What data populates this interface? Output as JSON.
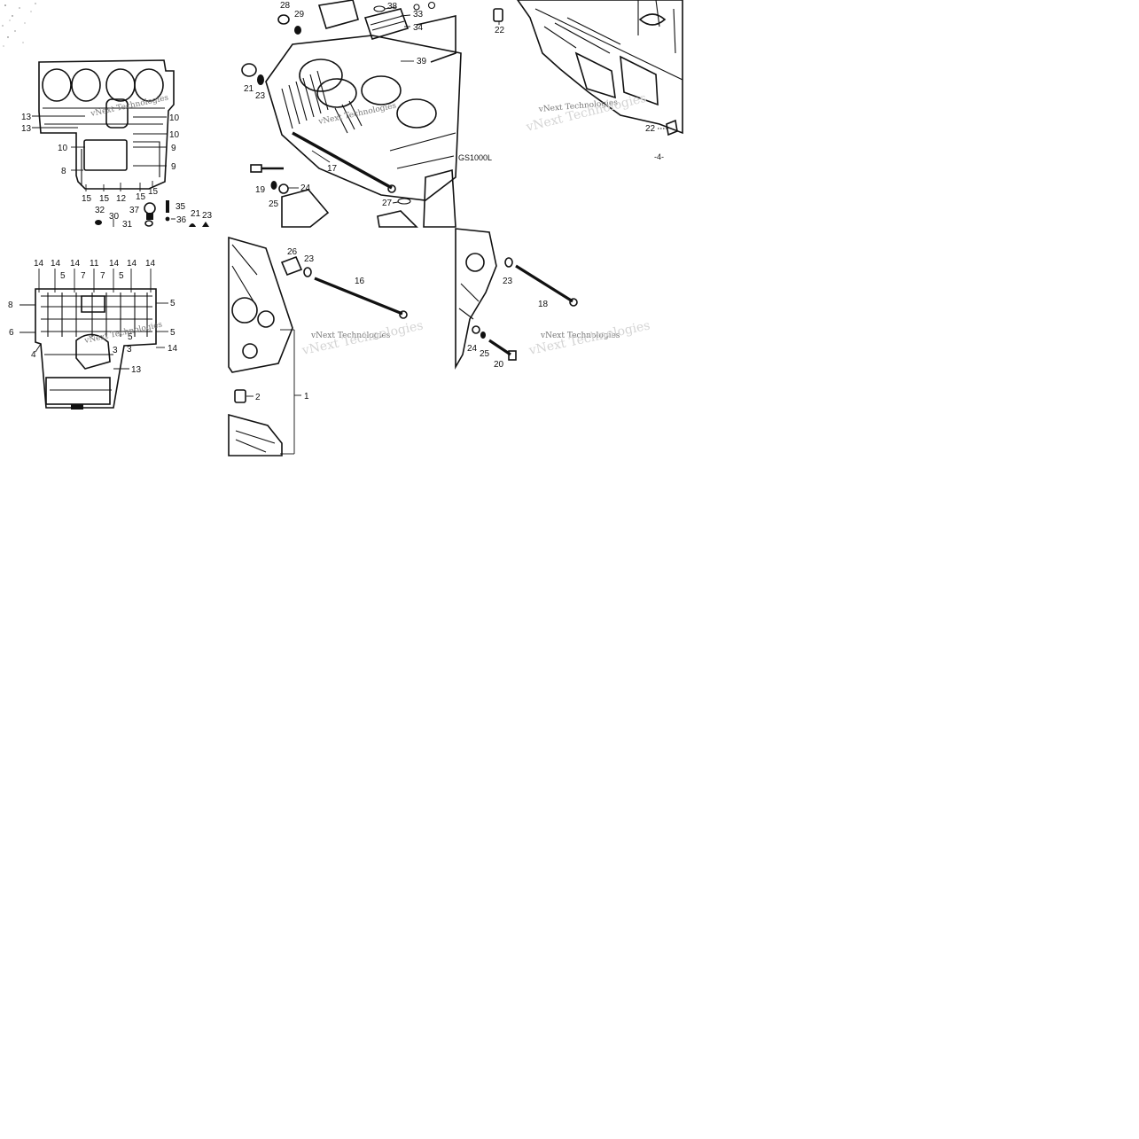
{
  "watermark": {
    "text": "vNext Technologies"
  },
  "model_code": "GS1000L",
  "page_number": "-4-",
  "tiles": {
    "top_left": {
      "callouts": [
        "13",
        "13",
        "10",
        "10",
        "10",
        "9",
        "9",
        "8",
        "15",
        "15",
        "12",
        "15",
        "15",
        "32",
        "30",
        "31",
        "37",
        "35",
        "36",
        "21",
        "23"
      ]
    },
    "top_middle": {
      "callouts": [
        "28",
        "29",
        "38",
        "33",
        "34",
        "39",
        "21",
        "23",
        "17",
        "19",
        "24",
        "25",
        "27"
      ]
    },
    "top_right": {
      "callouts": [
        "22",
        "22"
      ]
    },
    "bottom_left": {
      "callouts": [
        "14",
        "14",
        "14",
        "11",
        "14",
        "14",
        "14",
        "5",
        "7",
        "7",
        "5",
        "8",
        "5",
        "6",
        "5",
        "4",
        "3",
        "5",
        "3",
        "14",
        "13"
      ]
    },
    "bottom_middle": {
      "callouts": [
        "26",
        "23",
        "16",
        "2",
        "1"
      ]
    },
    "bottom_right": {
      "callouts": [
        "23",
        "18",
        "24",
        "25",
        "20"
      ]
    }
  }
}
